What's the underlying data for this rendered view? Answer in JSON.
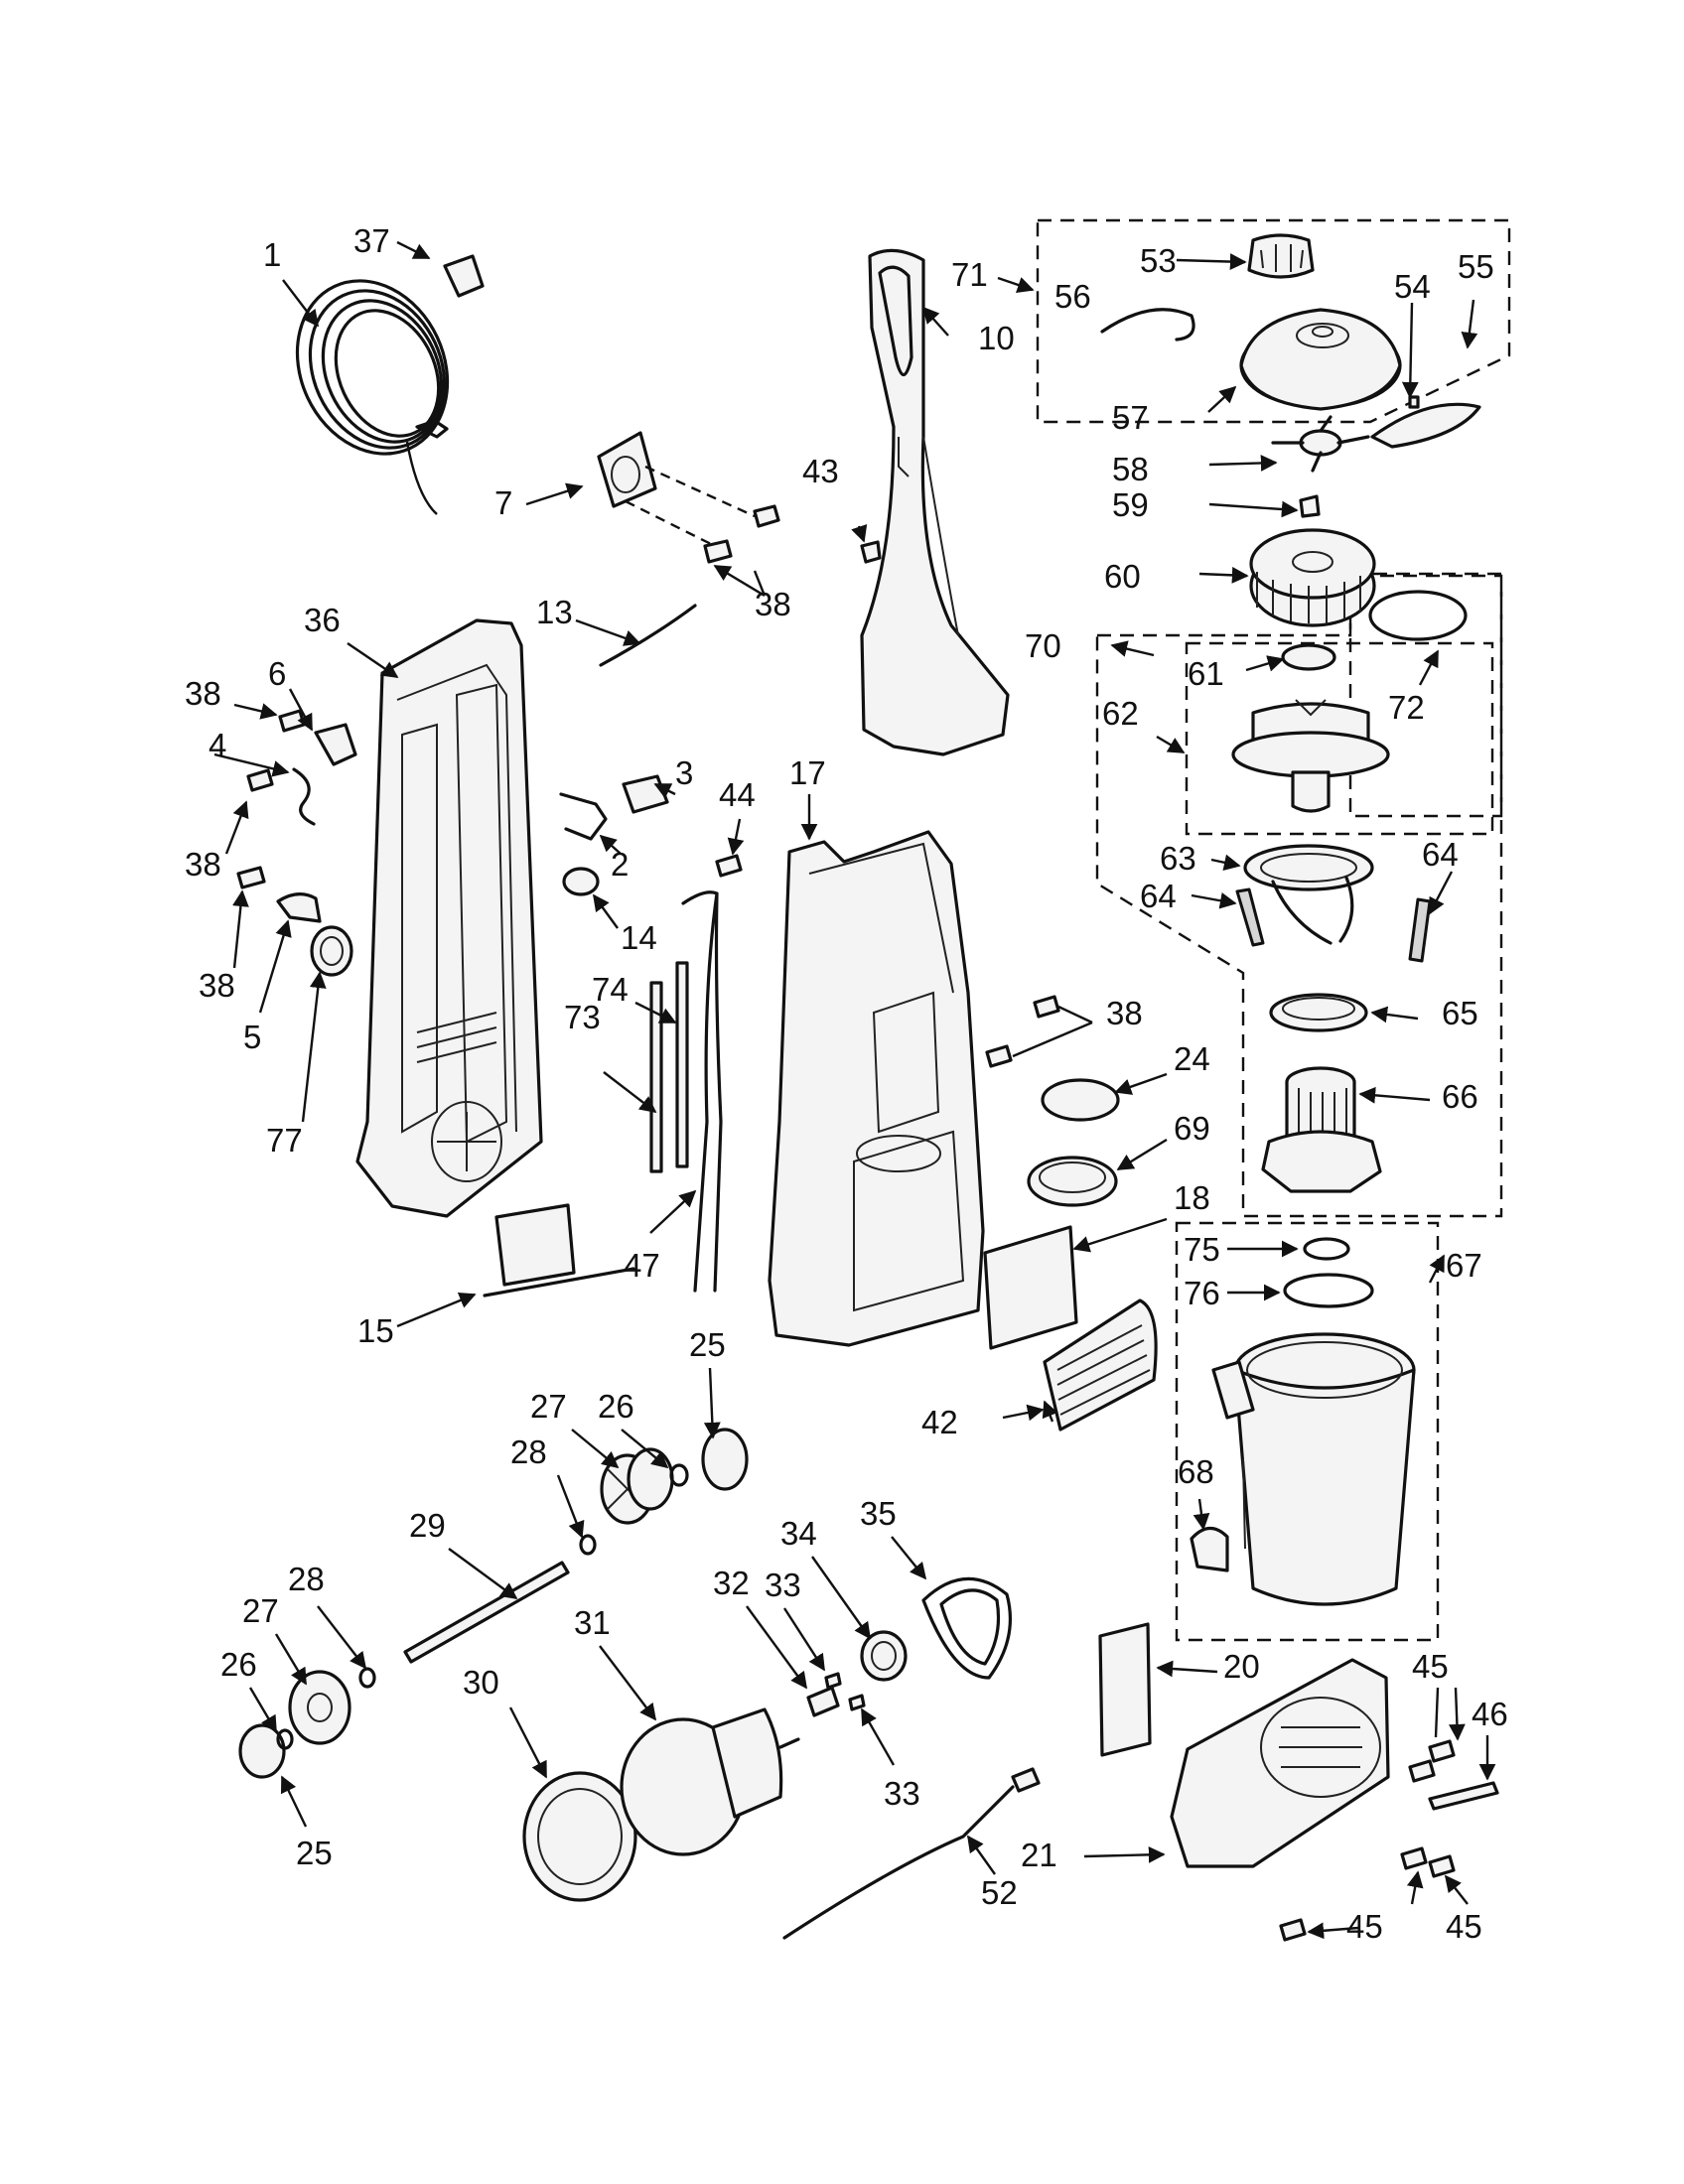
{
  "diagram": {
    "type": "exploded-parts-diagram",
    "callouts": [
      "1",
      "2",
      "3",
      "4",
      "5",
      "6",
      "7",
      "10",
      "13",
      "14",
      "15",
      "17",
      "18",
      "20",
      "21",
      "24",
      "25",
      "26",
      "27",
      "28",
      "29",
      "30",
      "31",
      "32",
      "33",
      "34",
      "35",
      "36",
      "37",
      "38",
      "42",
      "43",
      "44",
      "45",
      "46",
      "47",
      "52",
      "53",
      "54",
      "55",
      "56",
      "57",
      "58",
      "59",
      "60",
      "61",
      "62",
      "63",
      "64",
      "65",
      "66",
      "67",
      "68",
      "69",
      "70",
      "71",
      "72",
      "73",
      "74",
      "75",
      "76",
      "77"
    ]
  }
}
